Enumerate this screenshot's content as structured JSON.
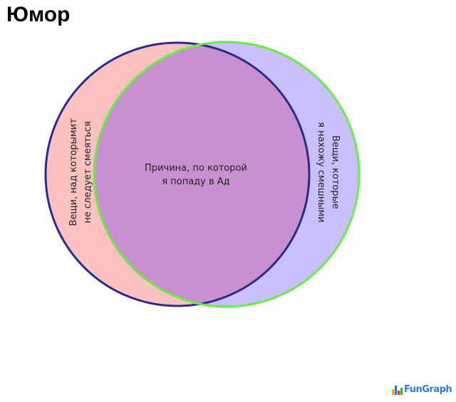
{
  "title": "Юмор",
  "venn": {
    "left": {
      "label_lines": [
        "Вещи, над которымит",
        "не следует смеяться"
      ],
      "fill": "#ffc0c0",
      "stroke": "#2e2a8c"
    },
    "right": {
      "label_lines": [
        "Вещи, которые",
        "я нахожу смешными"
      ],
      "fill": "#c8c0ff",
      "stroke": "#66ee44"
    },
    "overlap": {
      "label_lines": [
        "Причина, по которой",
        "я попаду в Ад"
      ],
      "fill": "#c890d0"
    }
  },
  "logo": {
    "text": "FunGraph"
  }
}
